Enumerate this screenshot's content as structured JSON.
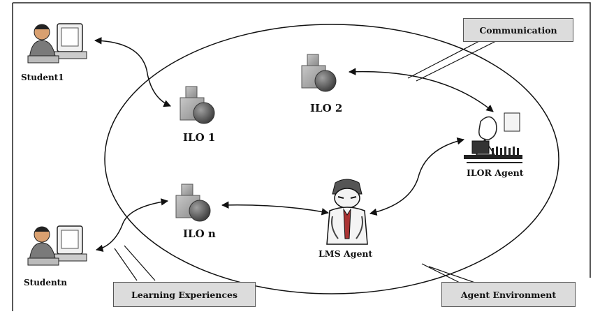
{
  "diagram": {
    "nodes": {
      "student1": {
        "label": "Student1",
        "icon": "student-computer-icon"
      },
      "studentn": {
        "label": "Studentn",
        "icon": "student-computer-icon"
      },
      "ilo1": {
        "label": "ILO 1",
        "icon": "ilo-shapes-icon"
      },
      "ilo2": {
        "label": "ILO 2",
        "icon": "ilo-shapes-icon"
      },
      "ilon": {
        "label": "ILO n",
        "icon": "ilo-shapes-icon"
      },
      "ilor_agent": {
        "label": "ILOR Agent",
        "icon": "ilor-agent-icon"
      },
      "lms_agent": {
        "label": "LMS Agent",
        "icon": "lms-agent-icon"
      }
    },
    "callouts": {
      "communication": "Communication",
      "learning_experiences": "Learning Experiences",
      "agent_environment": "Agent Environment"
    },
    "colors": {
      "callout_fill": "#dcdcdc",
      "line": "#111111",
      "cube": "#9a9a9a",
      "sphere": "#666666"
    }
  }
}
